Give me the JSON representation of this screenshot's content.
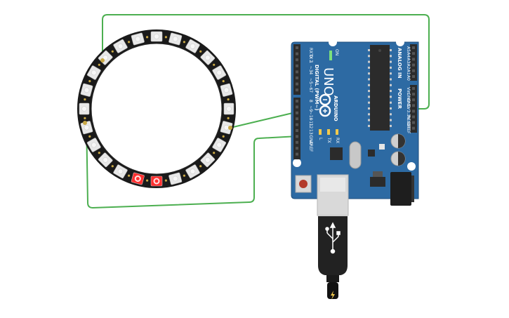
{
  "board": {
    "brand": "ARDUINO",
    "model": "UNO",
    "digital_header": "DIGITAL (PWM~)",
    "analog_header": "ANALOG IN",
    "power_header": "POWER",
    "on_label": "ON",
    "tx_label": "TX",
    "rx_label": "RX",
    "l_label": "L",
    "digital_pins_top": [
      "RX 0",
      "TX 1",
      "2",
      "~3",
      "4",
      "~5",
      "~6",
      "7"
    ],
    "digital_pins_bottom": [
      "8",
      "~9",
      "~10",
      "~11",
      "12",
      "13",
      "GND",
      "AREF"
    ],
    "analog_pins": [
      "A5",
      "A4",
      "A3",
      "A2",
      "A1",
      "A0"
    ],
    "power_pins": [
      "Vin",
      "GND",
      "GND",
      "5V",
      "3.3V",
      "RESET",
      "IOREF"
    ],
    "colors": {
      "pcb": "#2d6aa3",
      "pcb_dark": "#1f4f7c",
      "header": "#2b2b2b"
    }
  },
  "ring": {
    "led_count": 24,
    "lit_leds": [
      6,
      7
    ],
    "colors": {
      "body": "#1a1a1a",
      "pixel": "#e8e8e8",
      "lit": "#ff3030"
    }
  },
  "wires": {
    "color": "#4caf50"
  },
  "usb": {
    "icon": "usb-icon",
    "bolt": "lightning-bolt-icon"
  }
}
